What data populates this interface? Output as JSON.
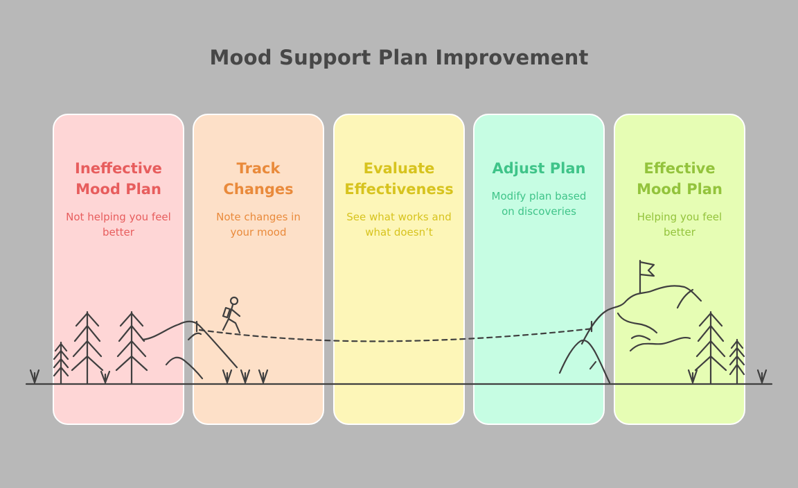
{
  "title": "Mood Support Plan Improvement",
  "stages": [
    {
      "title_line1": "Ineffective",
      "title_line2": "Mood Plan",
      "desc_line1": "Not helping you feel",
      "desc_line2": "better",
      "bg": "#fed6d6",
      "fg": "#e75d5d"
    },
    {
      "title_line1": "Track",
      "title_line2": "Changes",
      "desc_line1": "Note changes in",
      "desc_line2": "your mood",
      "bg": "#fde0c8",
      "fg": "#e98a3b"
    },
    {
      "title_line1": "Evaluate",
      "title_line2": "Effectiveness",
      "desc_line1": "See what works and",
      "desc_line2": "what doesn’t",
      "bg": "#fdf6b8",
      "fg": "#d7c31e"
    },
    {
      "title_line1": "Adjust Plan",
      "title_line2": "",
      "desc_line1": "Modify plan based",
      "desc_line2": "on discoveries",
      "bg": "#c6fde3",
      "fg": "#3fc489"
    },
    {
      "title_line1": "Effective",
      "title_line2": "Mood Plan",
      "desc_line1": "Helping you feel",
      "desc_line2": "better",
      "bg": "#e6fdb4",
      "fg": "#93c33c"
    }
  ]
}
